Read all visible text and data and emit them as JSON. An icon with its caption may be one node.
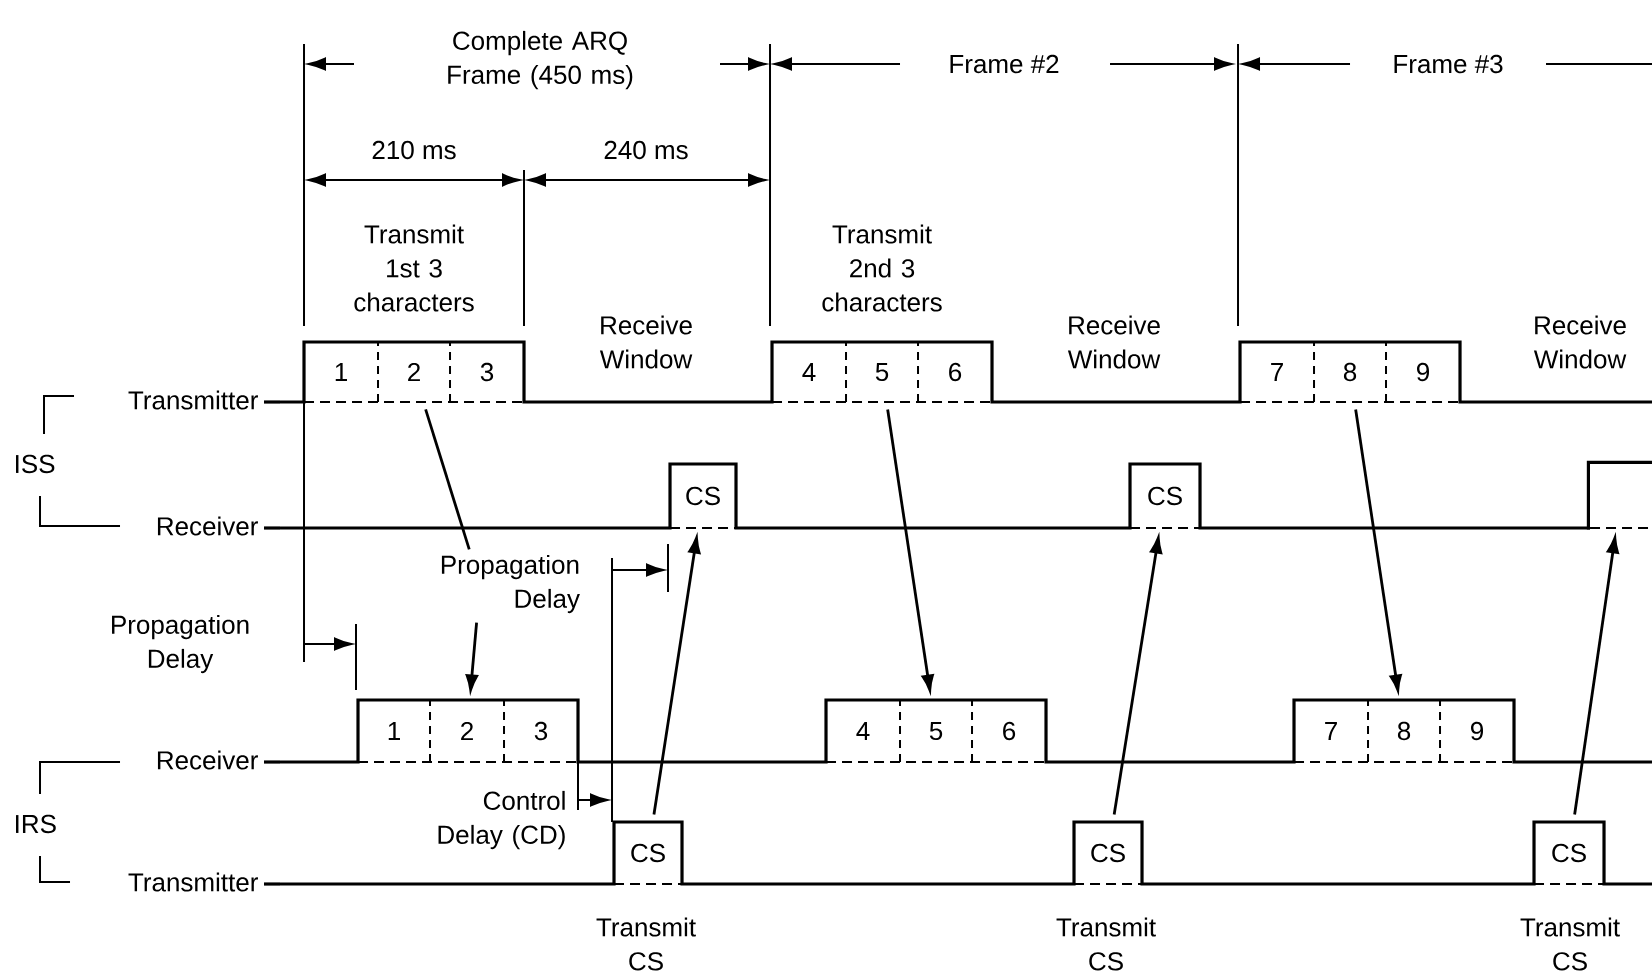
{
  "diagram": {
    "nodes": [
      {
        "text": [
          "1"
        ]
      },
      {
        "text": [
          "2"
        ]
      },
      {
        "text": [
          "3"
        ]
      },
      {
        "text": [
          "4"
        ]
      },
      {
        "text": [
          "5"
        ]
      },
      {
        "text": [
          "6"
        ]
      },
      {
        "text": [
          "7"
        ]
      },
      {
        "text": [
          "8"
        ]
      },
      {
        "text": [
          "9"
        ]
      },
      {
        "text": [
          "CS"
        ]
      },
      {
        "text": [
          "CS"
        ]
      },
      {
        "text": [],
        "shape": "box"
      },
      {
        "text": [
          "Propagation Delay"
        ]
      },
      {
        "text": [
          "1"
        ]
      },
      {
        "text": [
          "2"
        ]
      },
      {
        "text": [
          "3"
        ]
      },
      {
        "text": [
          "4"
        ]
      },
      {
        "text": [
          "5"
        ]
      },
      {
        "text": [
          "6"
        ]
      },
      {
        "text": [
          "7"
        ]
      },
      {
        "text": [
          "8"
        ]
      },
      {
        "text": [
          "9"
        ]
      },
      {
        "text": [
          "CS"
        ]
      },
      {
        "text": [
          "CS"
        ]
      },
      {
        "text": [
          "CS"
        ]
      }
    ],
    "edges": [
      {
        "from": 1,
        "to": 12,
        "arrow": "none"
      },
      {
        "from": 4,
        "to": 17,
        "arrow": "to"
      },
      {
        "from": 7,
        "to": 20,
        "arrow": "to"
      },
      {
        "from": 12,
        "to": 14,
        "arrow": "to"
      },
      {
        "from": 22,
        "to": 9,
        "arrow": "to"
      },
      {
        "from": 23,
        "to": 10,
        "arrow": "to"
      },
      {
        "from": 24,
        "to": 11,
        "arrow": "to"
      }
    ],
    "labels": [
      "Complete ARQ Frame (450 ms)",
      "Frame #2",
      "Frame #3",
      "210 ms",
      "240 ms",
      "Transmit 1st 3 characters",
      "Transmit 2nd 3 characters",
      "Receive Window",
      "Receive Window",
      "Receive Window",
      "Transmitter",
      "ISS",
      "Receiver",
      "Propagation Delay",
      "Receiver",
      "Control Delay (CD)",
      "IRS",
      "Transmitter",
      "Transmit CS",
      "Transmit CS",
      "Transmit CS"
    ]
  }
}
